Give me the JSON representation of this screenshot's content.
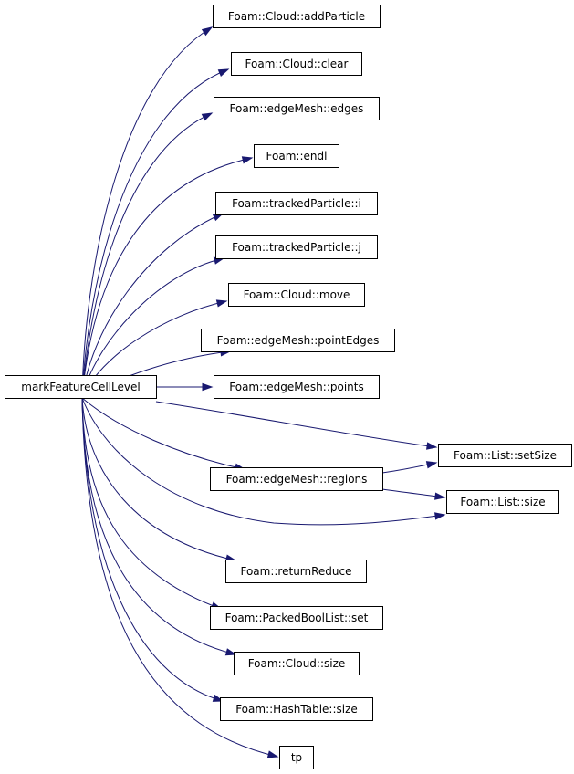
{
  "graph": {
    "root": {
      "label": "markFeatureCellLevel",
      "color": "#bfbfbf"
    },
    "edge_color": "#191970",
    "nodes": [
      {
        "id": "addParticle",
        "label": "Foam::Cloud::addParticle",
        "border": "#000000"
      },
      {
        "id": "cloudClear",
        "label": "Foam::Cloud::clear",
        "border": "#000000"
      },
      {
        "id": "edges",
        "label": "Foam::edgeMesh::edges",
        "border": "#000000"
      },
      {
        "id": "endl",
        "label": "Foam::endl",
        "border": "#ff0000"
      },
      {
        "id": "tpI",
        "label": "Foam::trackedParticle::i",
        "border": "#000000"
      },
      {
        "id": "tpJ",
        "label": "Foam::trackedParticle::j",
        "border": "#000000"
      },
      {
        "id": "cloudMove",
        "label": "Foam::Cloud::move",
        "border": "#000000"
      },
      {
        "id": "pointEdges",
        "label": "Foam::edgeMesh::pointEdges",
        "border": "#000000"
      },
      {
        "id": "points",
        "label": "Foam::edgeMesh::points",
        "border": "#000000"
      },
      {
        "id": "setSize",
        "label": "Foam::List::setSize",
        "border": "#000000"
      },
      {
        "id": "regions",
        "label": "Foam::edgeMesh::regions",
        "border": "#ff0000"
      },
      {
        "id": "listSize",
        "label": "Foam::List::size",
        "border": "#000000"
      },
      {
        "id": "returnReduce",
        "label": "Foam::returnReduce",
        "border": "#ff0000"
      },
      {
        "id": "pblSet",
        "label": "Foam::PackedBoolList::set",
        "border": "#ff0000"
      },
      {
        "id": "cloudSize",
        "label": "Foam::Cloud::size",
        "border": "#000000"
      },
      {
        "id": "htSize",
        "label": "Foam::HashTable::size",
        "border": "#000000"
      },
      {
        "id": "tp",
        "label": "tp",
        "border": "#000000"
      }
    ],
    "edges": [
      [
        "root",
        "addParticle"
      ],
      [
        "root",
        "cloudClear"
      ],
      [
        "root",
        "edges"
      ],
      [
        "root",
        "endl"
      ],
      [
        "root",
        "tpI"
      ],
      [
        "root",
        "tpJ"
      ],
      [
        "root",
        "cloudMove"
      ],
      [
        "root",
        "pointEdges"
      ],
      [
        "root",
        "points"
      ],
      [
        "root",
        "setSize"
      ],
      [
        "root",
        "regions"
      ],
      [
        "root",
        "listSize"
      ],
      [
        "root",
        "returnReduce"
      ],
      [
        "root",
        "pblSet"
      ],
      [
        "root",
        "cloudSize"
      ],
      [
        "root",
        "htSize"
      ],
      [
        "root",
        "tp"
      ],
      [
        "regions",
        "setSize"
      ],
      [
        "regions",
        "listSize"
      ]
    ]
  }
}
